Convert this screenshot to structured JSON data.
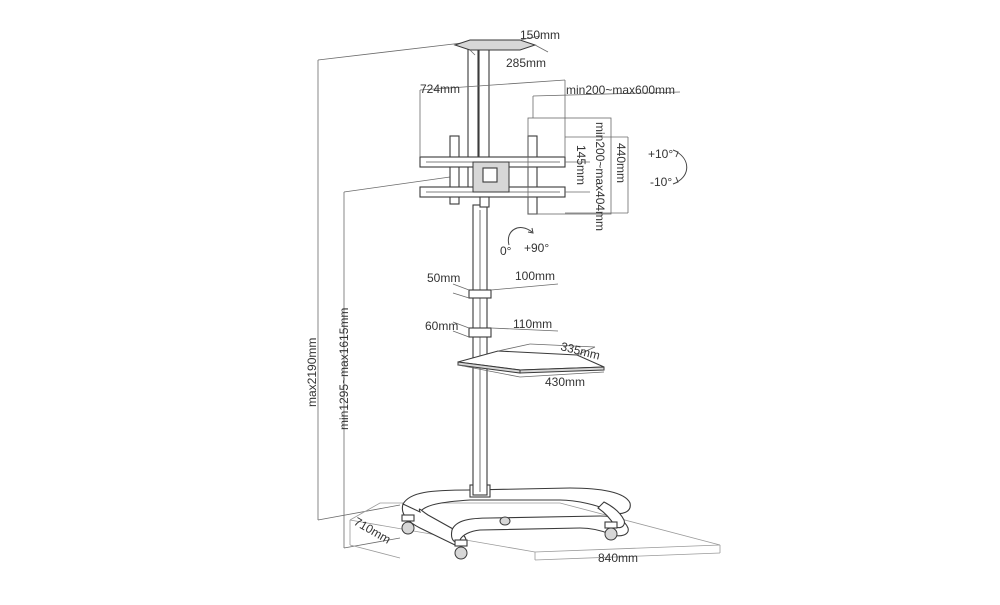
{
  "labels": {
    "top_plate_w": "150mm",
    "top_plate_d": "285mm",
    "bracket_w": "724mm",
    "vesa_h": "min200~max600mm",
    "bracket_h": "440mm",
    "vesa_v": "min200~max404mm",
    "rail_gap": "145mm",
    "tilt_up": "+10°",
    "tilt_down": "-10°",
    "rot_0": "0°",
    "rot_90": "+90°",
    "clamp1_h": "50mm",
    "clamp1_w": "100mm",
    "clamp2_h": "60mm",
    "clamp2_w": "110mm",
    "shelf_d": "335mm",
    "shelf_w": "430mm",
    "total_h": "max2190mm",
    "center_h": "min1295~max1615mm",
    "base_d": "710mm",
    "base_w": "840mm"
  }
}
